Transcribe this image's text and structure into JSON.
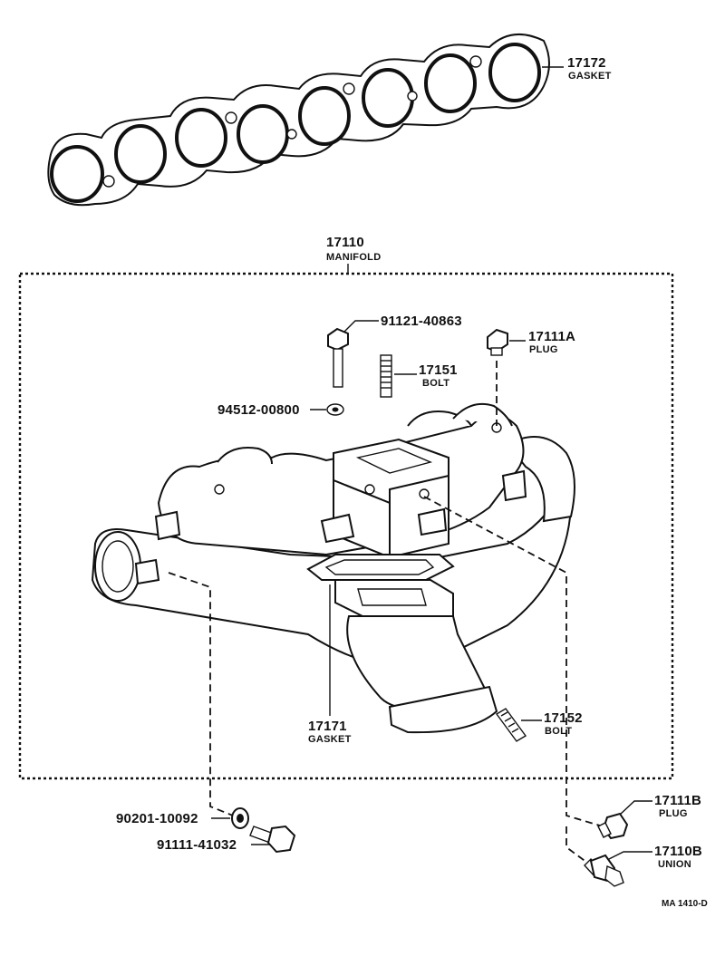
{
  "callouts": {
    "gasket_top": {
      "number": "17172",
      "name": "GASKET"
    },
    "manifold": {
      "number": "17110",
      "name": "MANIFOLD"
    },
    "bolt_91121": {
      "number": "91121-40863"
    },
    "plug_a": {
      "number": "17111A",
      "name": "PLUG"
    },
    "bolt_17151": {
      "number": "17151",
      "name": "BOLT"
    },
    "washer_94512": {
      "number": "94512-00800"
    },
    "gasket_17171": {
      "number": "17171",
      "name": "GASKET"
    },
    "bolt_17152": {
      "number": "17152",
      "name": "BOLT"
    },
    "washer_90201": {
      "number": "90201-10092"
    },
    "bolt_91111": {
      "number": "91111-41032"
    },
    "plug_b": {
      "number": "17111B",
      "name": "PLUG"
    },
    "union": {
      "number": "17110B",
      "name": "UNION"
    }
  },
  "figure_code": "MA 1410-D"
}
